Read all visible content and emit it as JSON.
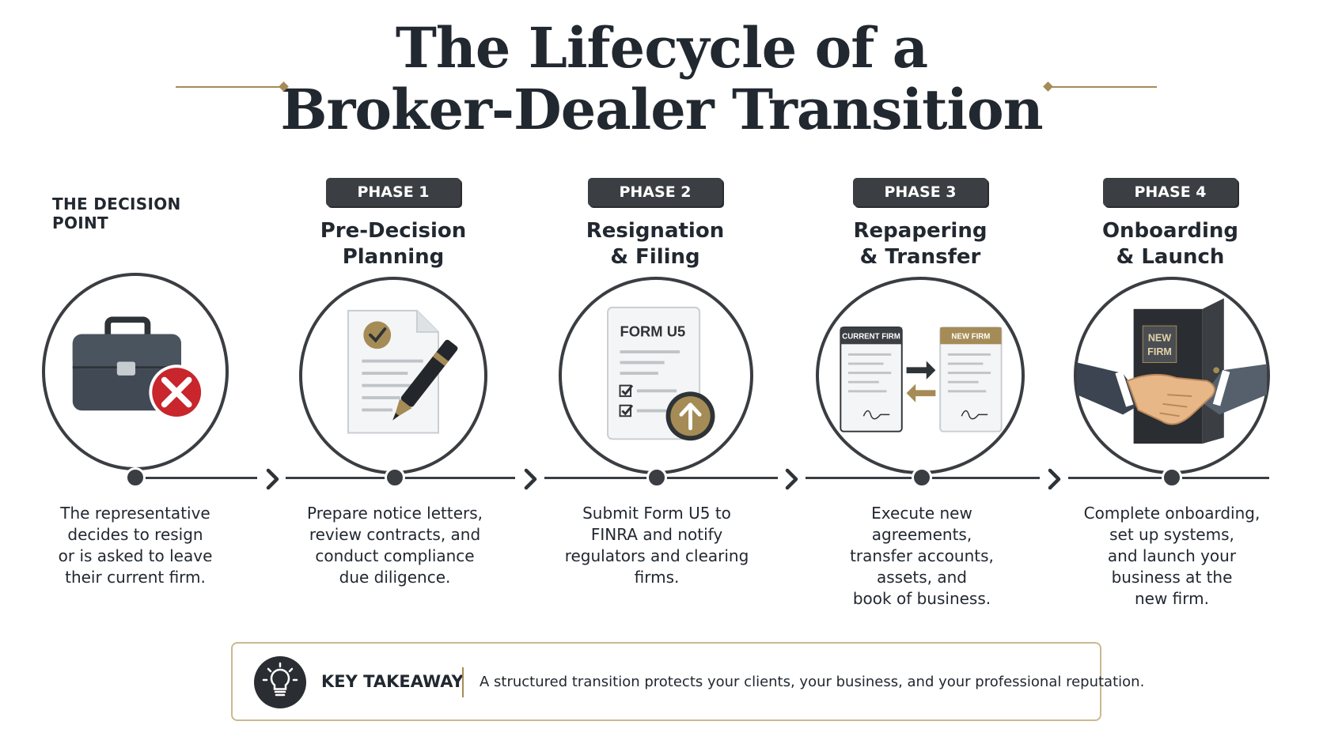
{
  "title": {
    "line1": "The Lifecycle of a",
    "line2": "Broker-Dealer Transition"
  },
  "decision": {
    "label": "THE DECISION POINT",
    "icon": "briefcase-with-x-icon",
    "description": [
      "The representative",
      "decides to resign",
      "or is asked to leave",
      "their current firm."
    ]
  },
  "phases": [
    {
      "badge": "PHASE 1",
      "title": [
        "Pre-Decision",
        "Planning"
      ],
      "icon": "document-with-pen-icon",
      "description": [
        "Prepare notice letters,",
        "review contracts, and",
        "conduct compliance",
        "due diligence."
      ]
    },
    {
      "badge": "PHASE 2",
      "title": [
        "Resignation",
        "& Filing"
      ],
      "icon": "form-upload-icon",
      "form_label": "FORM U5",
      "description": [
        "Submit Form U5 to",
        "FINRA and notify",
        "regulators and clearing",
        "firms."
      ]
    },
    {
      "badge": "PHASE 3",
      "title": [
        "Repapering",
        "& Transfer"
      ],
      "icon": "document-transfer-icon",
      "from_label": "CURRENT FIRM",
      "to_label": "NEW FIRM",
      "description": [
        "Execute new agreements,",
        "transfer accounts,",
        "assets, and",
        "book of business."
      ]
    },
    {
      "badge": "PHASE 4",
      "title": [
        "Onboarding",
        "& Launch"
      ],
      "icon": "handshake-door-icon",
      "door_label": [
        "NEW",
        "FIRM"
      ],
      "description": [
        "Complete onboarding,",
        "set up systems,",
        "and launch your",
        "business at the",
        "new firm."
      ]
    }
  ],
  "takeaway": {
    "icon": "lightbulb-icon",
    "label": "KEY TAKEAWAY",
    "text": "A structured transition protects your clients, your business, and your professional reputation."
  },
  "colors": {
    "accent": "#a58b55",
    "dark": "#3a3d41",
    "error": "#c8252c",
    "text": "#222830"
  }
}
